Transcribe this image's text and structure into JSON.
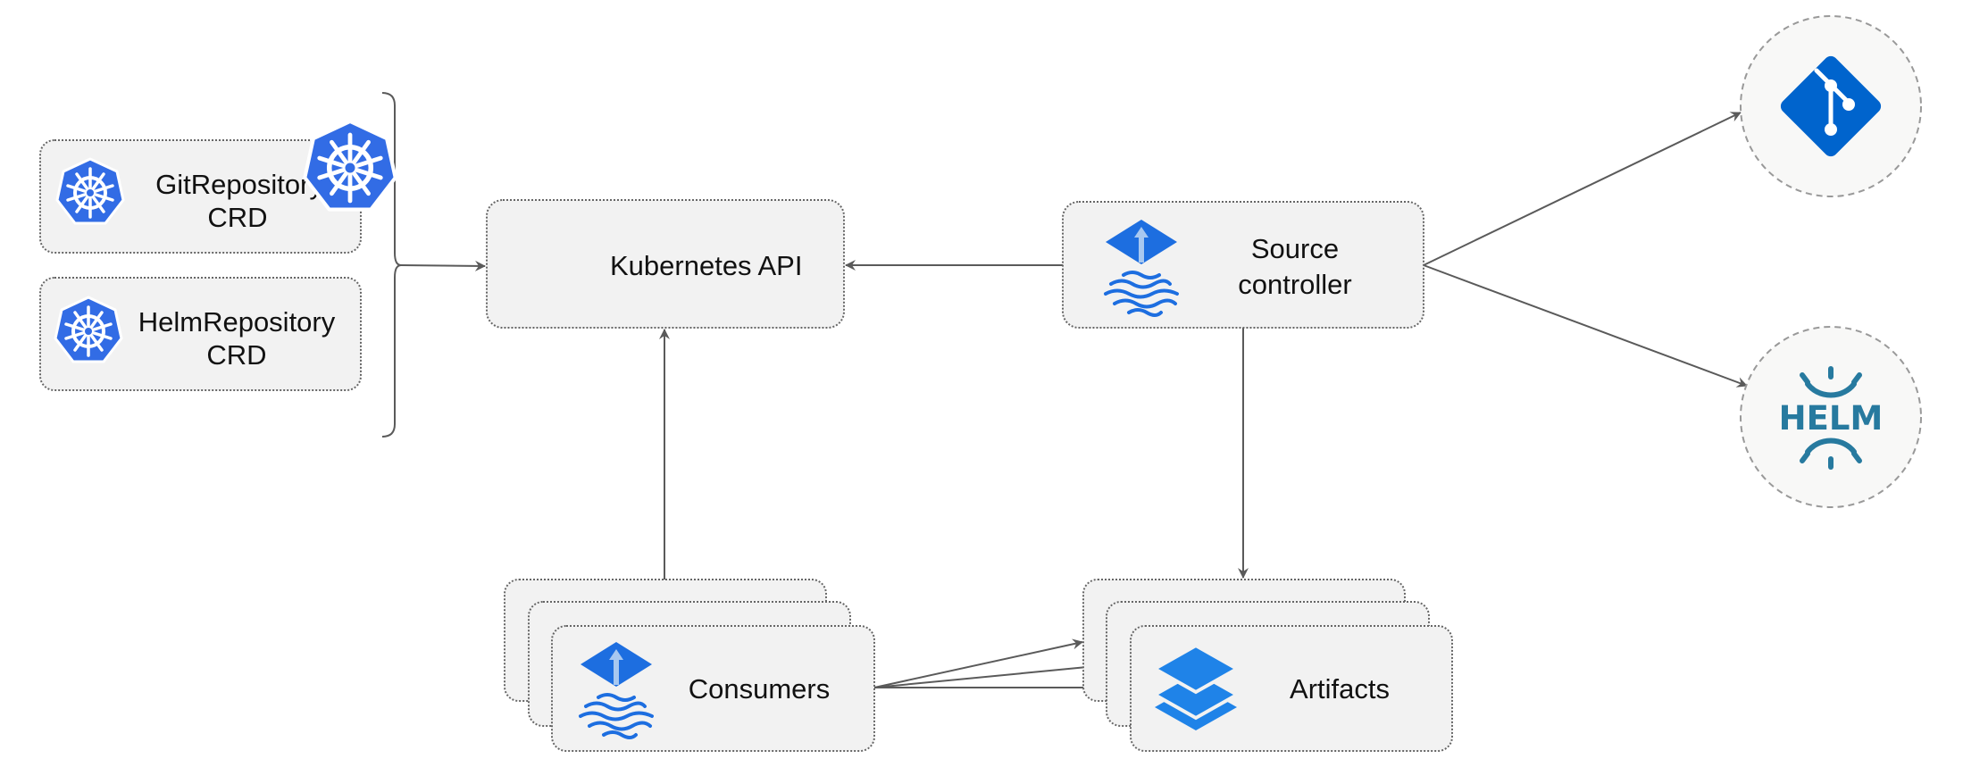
{
  "nodes": {
    "git_crd": {
      "line1": "GitRepository",
      "line2": "CRD",
      "icon": "kubernetes-icon"
    },
    "helm_crd": {
      "line1": "HelmRepository",
      "line2": "CRD",
      "icon": "kubernetes-icon"
    },
    "kubernetes_api": {
      "label": "Kubernetes API",
      "icon": "kubernetes-icon"
    },
    "source_controller": {
      "line1": "Source",
      "line2": "controller",
      "icon": "flux-icon"
    },
    "consumers": {
      "label": "Consumers",
      "icon": "flux-icon"
    },
    "artifacts": {
      "label": "Artifacts",
      "icon": "layers-icon"
    },
    "git": {
      "icon": "git-icon"
    },
    "helm": {
      "logo_text": "HELM",
      "icon": "helm-icon"
    }
  },
  "colors": {
    "kubernetes": "#326ce5",
    "flux": "#1d6ee0",
    "git": "#0064cd",
    "helm": "#277a9f",
    "box_fill": "#f2f2f2",
    "edge": "#5a5a5a"
  }
}
